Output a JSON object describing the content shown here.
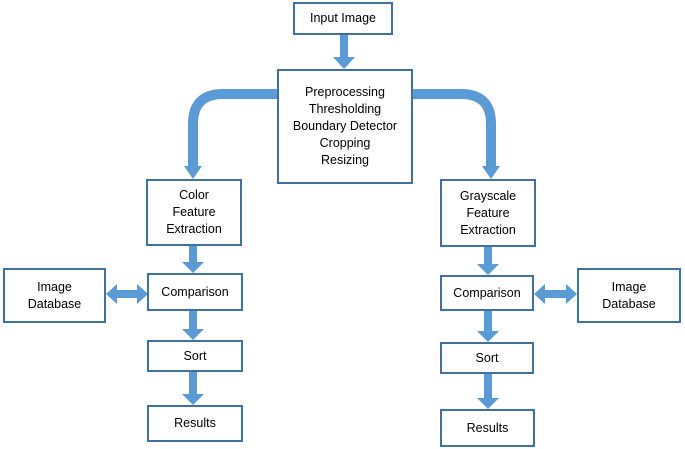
{
  "colors": {
    "box_border": "#41719c",
    "arrow": "#5b9bd5",
    "text": "#000000",
    "background": "#ffffff"
  },
  "nodes": {
    "input": {
      "lines": [
        "Input Image"
      ]
    },
    "preprocess": {
      "lines": [
        "Preprocessing",
        "Thresholding",
        "Boundary Detector",
        "Cropping",
        "Resizing"
      ]
    },
    "color_feature": {
      "lines": [
        "Color",
        "Feature",
        "Extraction"
      ]
    },
    "gray_feature": {
      "lines": [
        "Grayscale",
        "Feature",
        "Extraction"
      ]
    },
    "left_database": {
      "lines": [
        "Image",
        "Database"
      ]
    },
    "left_comparison": {
      "lines": [
        "Comparison"
      ]
    },
    "left_sort": {
      "lines": [
        "Sort"
      ]
    },
    "left_results": {
      "lines": [
        "Results"
      ]
    },
    "right_comparison": {
      "lines": [
        "Comparison"
      ]
    },
    "right_database": {
      "lines": [
        "Image",
        "Database"
      ]
    },
    "right_sort": {
      "lines": [
        "Sort"
      ]
    },
    "right_results": {
      "lines": [
        "Results"
      ]
    }
  },
  "edges": [
    {
      "from": "input",
      "to": "preprocess"
    },
    {
      "from": "preprocess",
      "to": "color_feature"
    },
    {
      "from": "preprocess",
      "to": "gray_feature"
    },
    {
      "from": "color_feature",
      "to": "left_comparison"
    },
    {
      "from": "left_database",
      "to": "left_comparison",
      "bidirectional": true
    },
    {
      "from": "left_comparison",
      "to": "left_sort"
    },
    {
      "from": "left_sort",
      "to": "left_results"
    },
    {
      "from": "gray_feature",
      "to": "right_comparison"
    },
    {
      "from": "right_comparison",
      "to": "right_database",
      "bidirectional": true
    },
    {
      "from": "right_comparison",
      "to": "right_sort"
    },
    {
      "from": "right_sort",
      "to": "right_results"
    }
  ]
}
